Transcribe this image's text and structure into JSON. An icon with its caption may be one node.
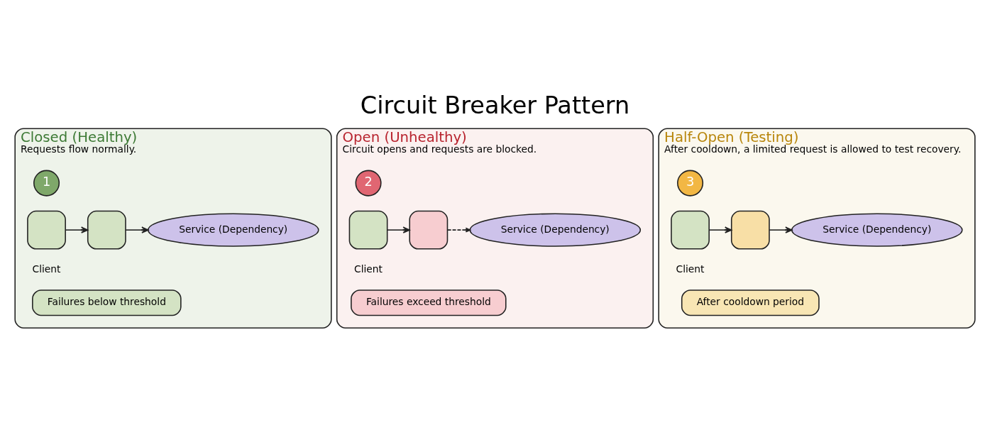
{
  "diagram": {
    "title": "Circuit Breaker Pattern",
    "nodes": [
      {
        "text": [
          "Closed (Healthy)",
          "Requests flow normally."
        ]
      },
      {
        "text": [
          "1"
        ],
        "in": 0
      },
      {
        "text": [],
        "shape": "box",
        "beside": [
          "Client"
        ],
        "in": 0
      },
      {
        "text": [],
        "shape": "box",
        "in": 0
      },
      {
        "text": [
          "Service (Dependency)"
        ],
        "in": 0
      },
      {
        "text": [
          "Failures below threshold"
        ],
        "in": 0
      },
      {
        "text": [
          "Open (Unhealthy)",
          "Circuit opens and requests are blocked."
        ]
      },
      {
        "text": [
          "2"
        ],
        "in": 6
      },
      {
        "text": [],
        "shape": "box",
        "beside": [
          "Client"
        ],
        "in": 6
      },
      {
        "text": [],
        "shape": "box",
        "in": 6
      },
      {
        "text": [
          "Service (Dependency)"
        ],
        "in": 6
      },
      {
        "text": [
          "Failures exceed threshold"
        ],
        "in": 6
      },
      {
        "text": [
          "Half-Open (Testing)",
          "After cooldown, a limited request is allowed to test recovery."
        ]
      },
      {
        "text": [
          "3"
        ],
        "in": 12
      },
      {
        "text": [],
        "shape": "box",
        "beside": [
          "Client"
        ],
        "in": 12
      },
      {
        "text": [],
        "shape": "box",
        "in": 12
      },
      {
        "text": [
          "Service (Dependency)"
        ],
        "in": 12
      },
      {
        "text": [
          "After cooldown period"
        ],
        "in": 12
      }
    ],
    "edges": [
      {
        "from": 2,
        "to": 3,
        "arrow": "to"
      },
      {
        "from": 3,
        "to": 4,
        "arrow": "to"
      },
      {
        "from": 8,
        "to": 9,
        "arrow": "to"
      },
      {
        "from": 9,
        "to": 10,
        "arrow": "to",
        "style": "dashed"
      },
      {
        "from": 14,
        "to": 15,
        "arrow": "to"
      },
      {
        "from": 15,
        "to": 16,
        "arrow": "to"
      }
    ]
  }
}
